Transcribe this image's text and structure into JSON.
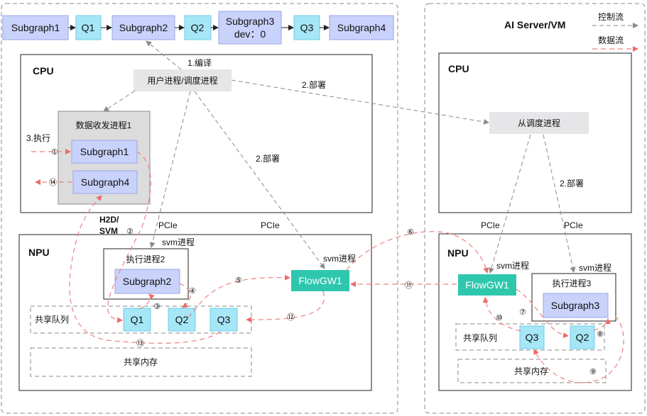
{
  "pipeline": {
    "subgraph1": "Subgraph1",
    "q1": "Q1",
    "subgraph2": "Subgraph2",
    "q2": "Q2",
    "subgraph3_line1": "Subgraph3",
    "subgraph3_line2": "dev：0",
    "q3": "Q3",
    "subgraph4": "Subgraph4"
  },
  "legend": {
    "server_title": "AI Server/VM",
    "control_flow": "控制流",
    "data_flow": "数据流"
  },
  "left": {
    "cpu": {
      "label": "CPU",
      "user_process": "用户进程/调度进程",
      "data_process": "数据收发进程1",
      "subgraph1": "Subgraph1",
      "subgraph4": "Subgraph4"
    },
    "npu": {
      "label": "NPU",
      "exec_process": "执行进程2",
      "subgraph2": "Subgraph2",
      "svm_process_exec": "svm进程",
      "svm_process_gw": "svm进程",
      "flowgw": "FlowGW1",
      "shared_queue": "共享队列",
      "q1": "Q1",
      "q2": "Q2",
      "q3": "Q3",
      "shared_memory": "共享内存"
    }
  },
  "right": {
    "cpu": {
      "label": "CPU",
      "slave_process": "从调度进程"
    },
    "npu": {
      "label": "NPU",
      "flowgw": "FlowGW1",
      "svm_process_gw": "svm进程",
      "svm_process_exec": "svm进程",
      "exec_process": "执行进程3",
      "subgraph3": "Subgraph3",
      "shared_queue": "共享队列",
      "q3": "Q3",
      "q2": "Q2",
      "shared_memory": "共享内存"
    }
  },
  "annotations": {
    "compile": "1.编译",
    "deploy_remote": "2.部署",
    "deploy_local_npu": "2.部署",
    "deploy_right_npu": "2.部署",
    "execute": "3.执行",
    "h2d": "H2D/",
    "svm": "SVM",
    "pcie_left_exec": "PCIe",
    "pcie_left_gw": "PCIe",
    "pcie_right_gw": "PCIe",
    "pcie_right_exec": "PCIe"
  },
  "steps": {
    "s1": "①",
    "s2": "②",
    "s3": "③",
    "s4": "④",
    "s5": "⑤",
    "s6": "⑥",
    "s7": "⑦",
    "s8": "⑧",
    "s9": "⑨",
    "s10": "⑩",
    "s11": "⑪",
    "s12": "⑫",
    "s13": "⑬",
    "s14": "⑭"
  },
  "colors": {
    "subgraph_fill": "#c9d2fb",
    "queue_fill": "#a6e6f7",
    "process_fill": "#e6e6e8",
    "flowgw_fill": "#2ec7ae",
    "data_flow": "#f08080",
    "control_flow": "#8a8a8a"
  }
}
